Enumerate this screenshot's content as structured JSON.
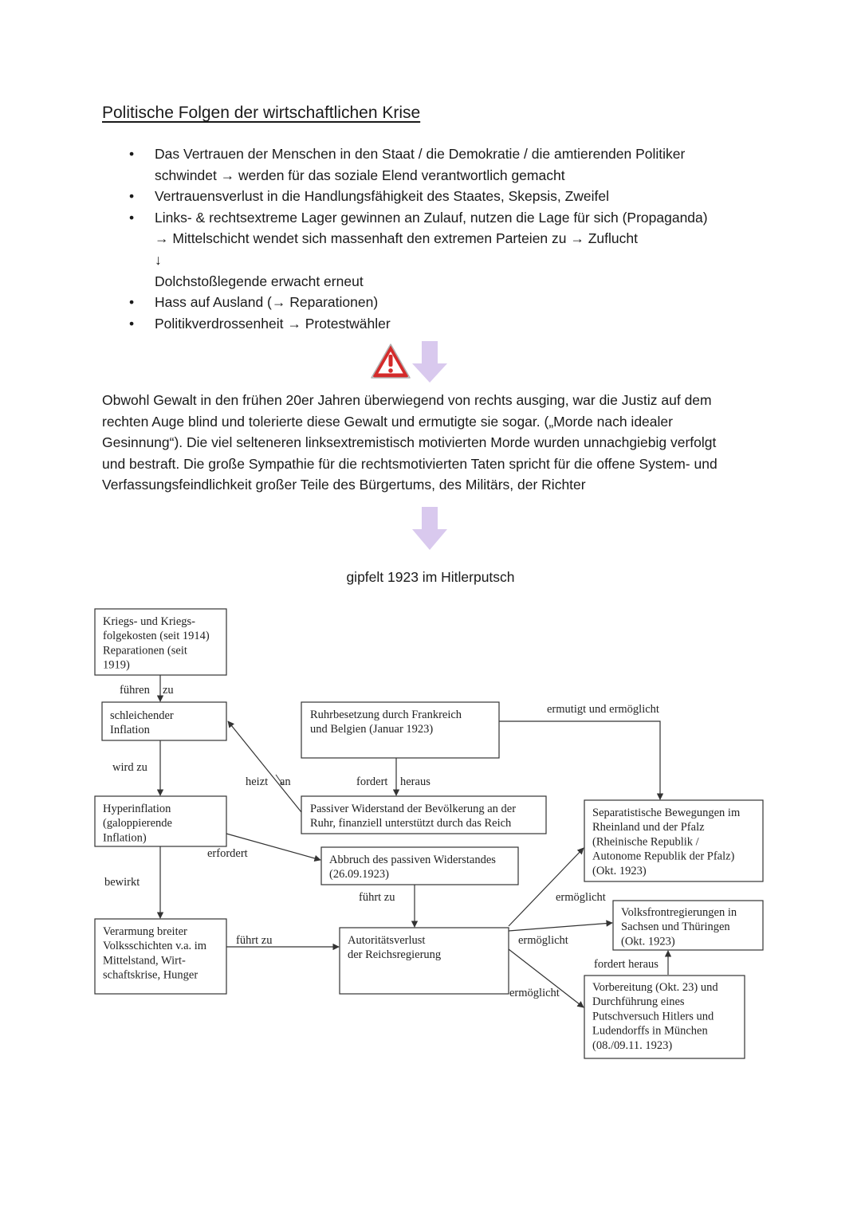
{
  "heading": "Politische Folgen der wirtschaftlichen Krise",
  "bullets": [
    {
      "lines": [
        "Das Vertrauen der Menschen in den Staat / die Demokratie / die amtierenden Politiker",
        "schwindet → werden für das soziale Elend verantwortlich gemacht"
      ]
    },
    {
      "lines": [
        "Vertrauensverlust in die Handlungsfähigkeit des Staates, Skepsis, Zweifel"
      ]
    },
    {
      "lines": [
        "Links- & rechtsextreme Lager gewinnen an Zulauf, nutzen die Lage für sich (Propaganda)",
        "→ Mittelschicht wendet sich massenhaft den extremen Parteien zu → Zuflucht",
        "↓",
        "Dolchstoßlegende erwacht erneut"
      ]
    },
    {
      "lines": [
        "Hass auf Ausland (→ Reparationen)"
      ]
    },
    {
      "lines": [
        "Politikverdrossenheit → Protestwähler"
      ]
    }
  ],
  "bullet_symbol": "•",
  "icons": {
    "warning": "warning-triangle-icon",
    "arrow": "arrow-down-icon",
    "arrow_color": "#d9c9ee",
    "warning_color": "#d42b2b"
  },
  "paragraph": [
    "Obwohl Gewalt in den frühen 20er Jahren überwiegend von rechts ausging, war die Justiz auf dem",
    "rechten Auge blind und tolerierte diese Gewalt und ermutigte sie sogar. („Morde nach idealer",
    "Gesinnung“). Die viel selteneren linksextremistisch motivierten Morde wurden unnachgiebig verfolgt",
    "und bestraft. Die große Sympathie für die rechtsmotivierten Taten spricht für die offene System- und",
    "Verfassungsfeindlichkeit großer Teile des Bürgertums, des Militärs, der Richter"
  ],
  "peak_text": "gipfelt 1923 im Hitlerputsch",
  "diagram": {
    "boxes": {
      "kriegskosten": [
        "Kriegs- und Kriegs-",
        "folgekosten (seit 1914)",
        "Reparationen (seit",
        "1919)"
      ],
      "schleichende": [
        "schleichender",
        "Inflation"
      ],
      "hyper": [
        "Hyperinflation",
        "(galoppierende",
        "Inflation)"
      ],
      "verarmung": [
        "Verarmung breiter",
        "Volksschichten v.a. im",
        "Mittelstand, Wirt-",
        "schaftskrise, Hunger"
      ],
      "ruhr": [
        "Ruhrbesetzung durch Frankreich",
        "und Belgien (Januar 1923)"
      ],
      "passiv": [
        "Passiver Widerstand der Bevölkerung an der",
        "Ruhr, finanziell unterstützt durch das Reich"
      ],
      "abbruch": [
        "Abbruch des passiven Widerstandes",
        "(26.09.1923)"
      ],
      "autoritaet": [
        "Autoritätsverlust",
        "der Reichsregierung"
      ],
      "separatist": [
        "Separatistische Bewegungen im",
        "Rheinland und der Pfalz",
        "(Rheinische Republik /",
        "Autonome Republik der Pfalz)",
        "(Okt. 1923)"
      ],
      "volksfront": [
        "Volksfrontregierungen in",
        "Sachsen und Thüringen",
        "(Okt. 1923)"
      ],
      "putsch": [
        "Vorbereitung (Okt. 23) und",
        "Durchführung eines",
        "Putschversuch Hitlers und",
        "Ludendorffs in München",
        "(08./09.11. 1923)"
      ]
    },
    "labels": {
      "fuehren": "führen",
      "zu": "zu",
      "wird_zu": "wird zu",
      "heizt": "heizt",
      "an": "an",
      "fordert": "fordert",
      "heraus": "heraus",
      "ermutigt": "ermutigt und ermöglicht",
      "erfordert": "erfordert",
      "bewirkt": "bewirkt",
      "fuehrt_zu_1": "führt zu",
      "fuehrt_zu_2": "führt zu",
      "ermoeglicht_1": "ermöglicht",
      "ermoeglicht_2": "ermöglicht",
      "ermoeglicht_3": "ermöglicht",
      "fordert_heraus": "fordert heraus"
    }
  }
}
